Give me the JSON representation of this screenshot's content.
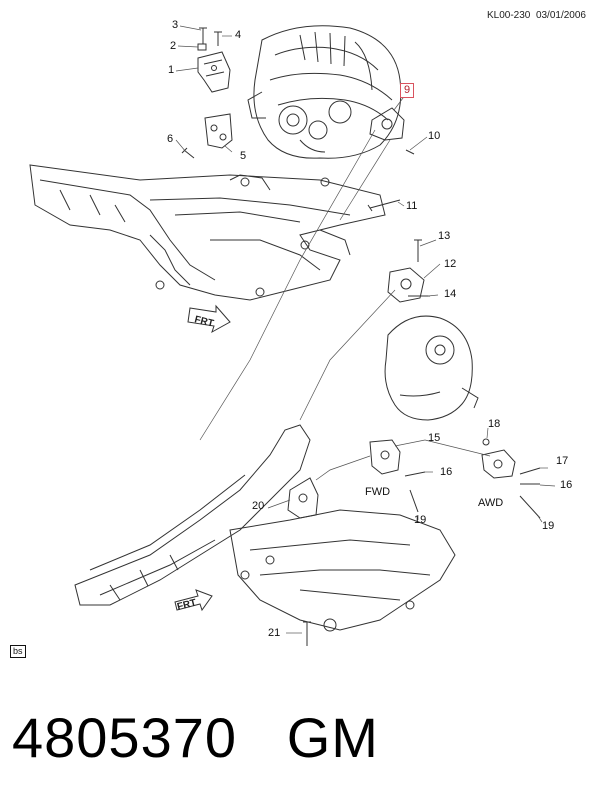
{
  "header": {
    "code": "KL00-230",
    "date": "03/01/2006"
  },
  "callouts": {
    "c1": "1",
    "c2": "2",
    "c3": "3",
    "c4": "4",
    "c5": "5",
    "c6": "6",
    "c9": "9",
    "c10": "10",
    "c11": "11",
    "c12": "12",
    "c13": "13",
    "c14": "14",
    "c15": "15",
    "c16a": "16",
    "c16b": "16",
    "c17": "17",
    "c18": "18",
    "c19a": "19",
    "c19b": "19",
    "c20": "20",
    "c21": "21"
  },
  "labels": {
    "fwd": "FWD",
    "awd": "AWD",
    "frt_top": "FRT",
    "frt_bottom": "FRT",
    "bs": "bs"
  },
  "footer": {
    "part_number": "4805370",
    "brand": "GM"
  }
}
